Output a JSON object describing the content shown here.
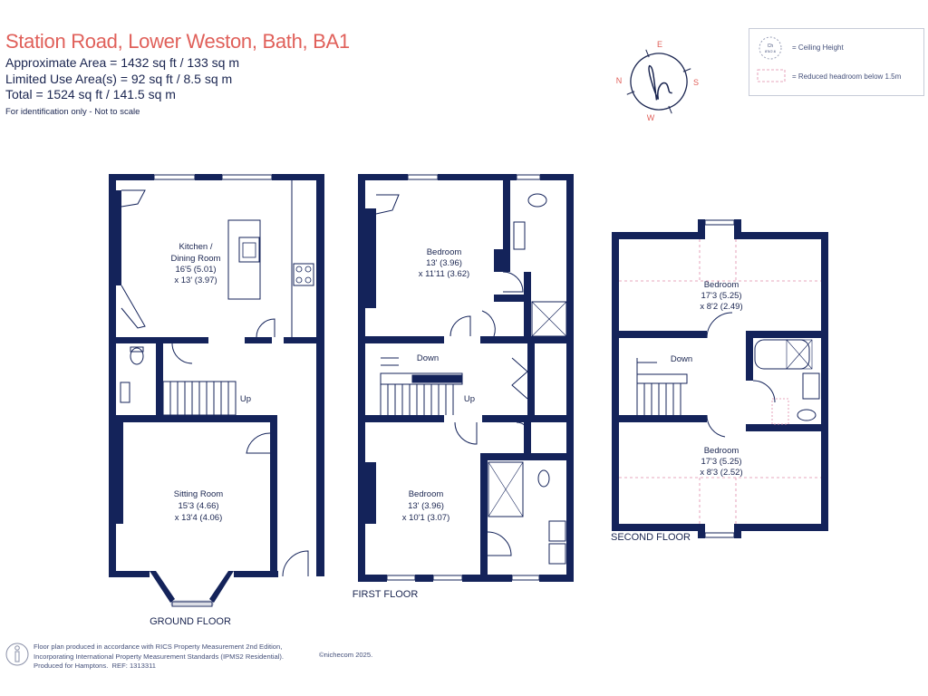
{
  "header": {
    "title": "Station Road, Lower Weston, Bath, BA1",
    "area_lines": [
      "Approximate Area = 1432 sq ft / 133 sq m",
      "Limited Use Area(s) = 92 sq ft / 8.5 sq m",
      "Total = 1524 sq ft / 141.5 sq m"
    ],
    "disclaimer": "For identification only - Not to scale"
  },
  "compass": {
    "n": "N",
    "e": "E",
    "s": "S",
    "w": "W"
  },
  "legend": {
    "ceiling_label": "= Ceiling Height",
    "reduced_label": "= Reduced headroom below 1.5m",
    "ceiling_symbol": "Ch\n8'5/2.6"
  },
  "floors": {
    "ground": {
      "label": "GROUND FLOOR",
      "kitchen": {
        "name1": "Kitchen /",
        "name2": "Dining Room",
        "dim1": "16'5 (5.01)",
        "dim2": "x 13' (3.97)"
      },
      "sitting": {
        "name": "Sitting Room",
        "dim1": "15'3 (4.66)",
        "dim2": "x 13'4 (4.06)"
      },
      "stair_label": "Up"
    },
    "first": {
      "label": "FIRST FLOOR",
      "bedroom_top": {
        "name": "Bedroom",
        "dim1": "13' (3.96)",
        "dim2": "x 11'11 (3.62)"
      },
      "bedroom_bottom": {
        "name": "Bedroom",
        "dim1": "13' (3.96)",
        "dim2": "x 10'1 (3.07)"
      },
      "stair_down": "Down",
      "stair_up": "Up"
    },
    "second": {
      "label": "SECOND FLOOR",
      "bedroom_top": {
        "name": "Bedroom",
        "dim1": "17'3 (5.25)",
        "dim2": "x 8'2 (2.49)"
      },
      "bedroom_bottom": {
        "name": "Bedroom",
        "dim1": "17'3 (5.25)",
        "dim2": "x 8'3 (2.52)"
      },
      "stair_down": "Down"
    }
  },
  "footer": {
    "line1": "Floor plan produced in accordance with RICS Property Measurement 2nd Edition,",
    "line2": "Incorporating International Property Measurement Standards (IPMS2 Residential).",
    "line3": "Produced for Hamptons.",
    "ref": "REF: 1313311",
    "brand": "©nichecom 2025."
  },
  "colors": {
    "wall": "#14235a",
    "title": "#e0605a",
    "dash": "#e08aa8"
  }
}
